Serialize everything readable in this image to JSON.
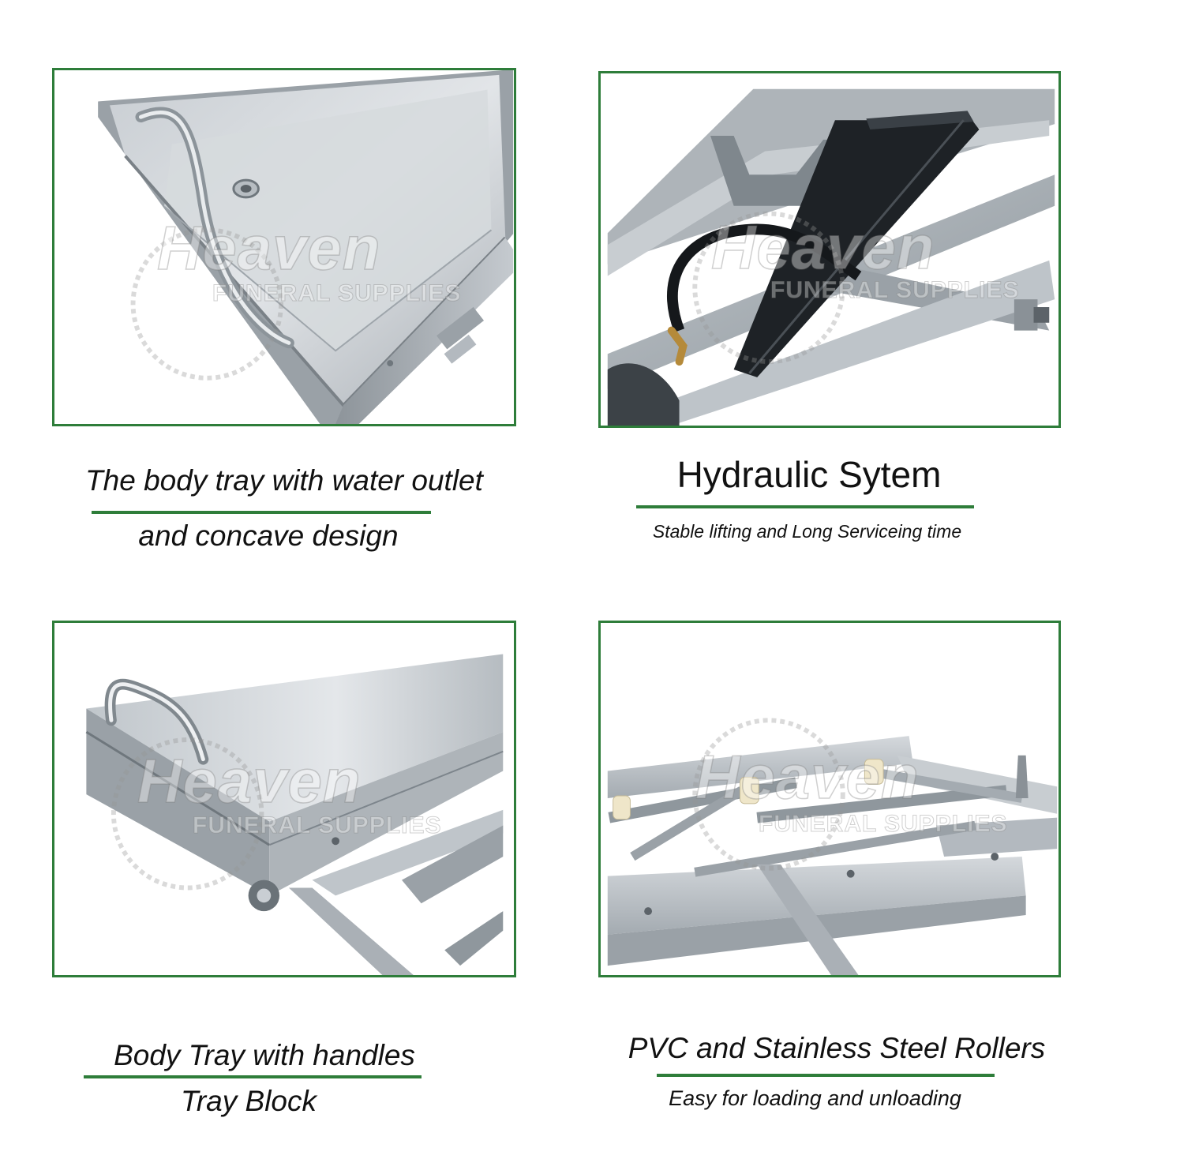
{
  "colors": {
    "frame": "#2e7d3a",
    "steel_light": "#d9dde1",
    "steel_mid": "#b3b9bf",
    "steel_dark": "#7d858c"
  },
  "watermark": {
    "brand": "Heaven",
    "sub": "FUNERAL SUPPLIES"
  },
  "panels": [
    {
      "id": "top-left",
      "caption_line1": "The body tray with water outlet",
      "caption_line2": "and concave design"
    },
    {
      "id": "top-right",
      "caption_title": "Hydraulic Sytem",
      "caption_sub": "Stable lifting and Long Serviceing time"
    },
    {
      "id": "bottom-left",
      "caption_line1": "Body Tray with handles",
      "caption_line2": "Tray Block"
    },
    {
      "id": "bottom-right",
      "caption_title": "PVC and Stainless Steel Rollers",
      "caption_sub": "Easy for loading and unloading"
    }
  ]
}
